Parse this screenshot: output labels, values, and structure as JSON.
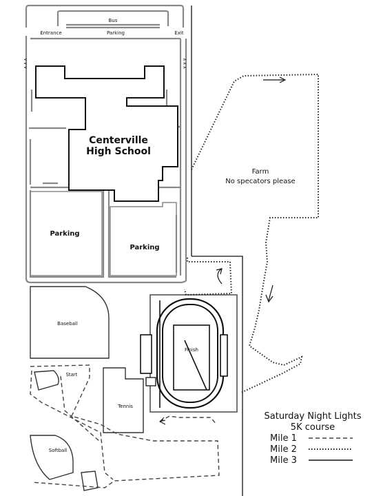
{
  "labels": {
    "bus": "Bus",
    "entrance": "Entrance",
    "parking_top": "Parking",
    "exit": "Exit",
    "school_line1": "Centerville",
    "school_line2": "High School",
    "farm_line1": "Farm",
    "farm_line2": "No specators please",
    "parking_left": "Parking",
    "parking_right": "Parking",
    "baseball": "Baseball",
    "finish": "Finish",
    "start": "Start",
    "tennis": "Tennis",
    "softball": "Softball",
    "entrance_arrows": "∨∨∨",
    "exit_arrows": "∧∧∧"
  },
  "legend": {
    "title_line1": "Saturday Night Lights",
    "title_line2": "5K course",
    "items": [
      {
        "label": "Mile 1",
        "style": "dashed"
      },
      {
        "label": "Mile 2",
        "style": "dotted"
      },
      {
        "label": "Mile 3",
        "style": "solid"
      }
    ]
  }
}
